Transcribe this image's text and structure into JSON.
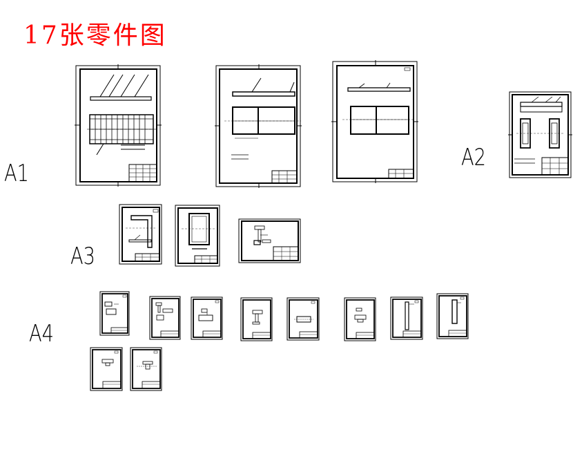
{
  "title": "17张零件图",
  "size_labels": {
    "a1": "A1",
    "a2": "A2",
    "a3": "A3",
    "a4": "A4"
  },
  "colors": {
    "title": "#ff0000",
    "lines": "#000000",
    "background": "#ffffff"
  },
  "sheets": {
    "a1": [
      {
        "id": "a1-sheet-1",
        "content": "grid-plan"
      },
      {
        "id": "a1-sheet-2",
        "content": "frame-plan"
      },
      {
        "id": "a1-sheet-3",
        "content": "frame-plan-small"
      }
    ],
    "a2": [
      {
        "id": "a2-sheet-1",
        "content": "multi-view"
      }
    ],
    "a3": [
      {
        "id": "a3-sheet-1",
        "content": "bracket"
      },
      {
        "id": "a3-sheet-2",
        "content": "frame"
      },
      {
        "id": "a3-sheet-3",
        "content": "detail-landscape"
      }
    ],
    "a4": [
      {
        "id": "a4-sheet-1"
      },
      {
        "id": "a4-sheet-2"
      },
      {
        "id": "a4-sheet-3"
      },
      {
        "id": "a4-sheet-4"
      },
      {
        "id": "a4-sheet-5"
      },
      {
        "id": "a4-sheet-6"
      },
      {
        "id": "a4-sheet-7"
      },
      {
        "id": "a4-sheet-8"
      },
      {
        "id": "a4-sheet-9"
      },
      {
        "id": "a4-sheet-10"
      }
    ]
  }
}
